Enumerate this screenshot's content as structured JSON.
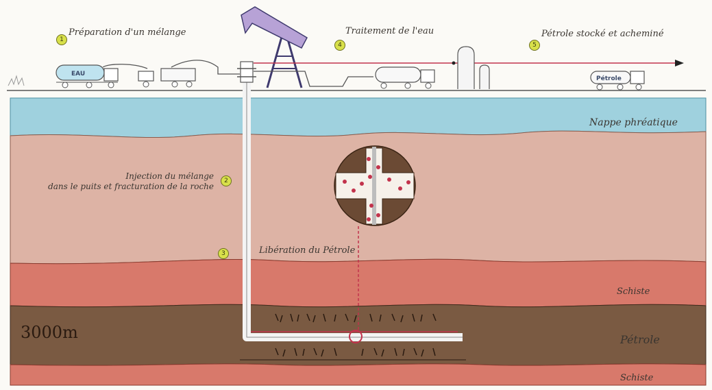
{
  "steps": {
    "s1": {
      "num": "1",
      "text": "Préparation d'un mélange"
    },
    "s2": {
      "num": "2",
      "text": "Injection du mélange\ndans le puits et fracturation de la roche"
    },
    "s3": {
      "num": "3",
      "text": "Libération du Pétrole"
    },
    "s4": {
      "num": "4",
      "text": "Traitement de l'eau"
    },
    "s5": {
      "num": "5",
      "text": "Pétrole stocké et acheminé"
    }
  },
  "layers": {
    "groundwater": "Nappe phréatique",
    "shale_upper": "Schiste",
    "oil": "Pétrole",
    "shale_lower": "Schiste",
    "depth": "3000m"
  },
  "trucks": {
    "water": "EAU",
    "oil": "Pétrole"
  },
  "colors": {
    "groundwater": "#9fd1de",
    "clay": "#ddb3a5",
    "shale": "#d8796b",
    "oil_rock": "#7a5a42",
    "pipe_red": "#c2334c"
  }
}
